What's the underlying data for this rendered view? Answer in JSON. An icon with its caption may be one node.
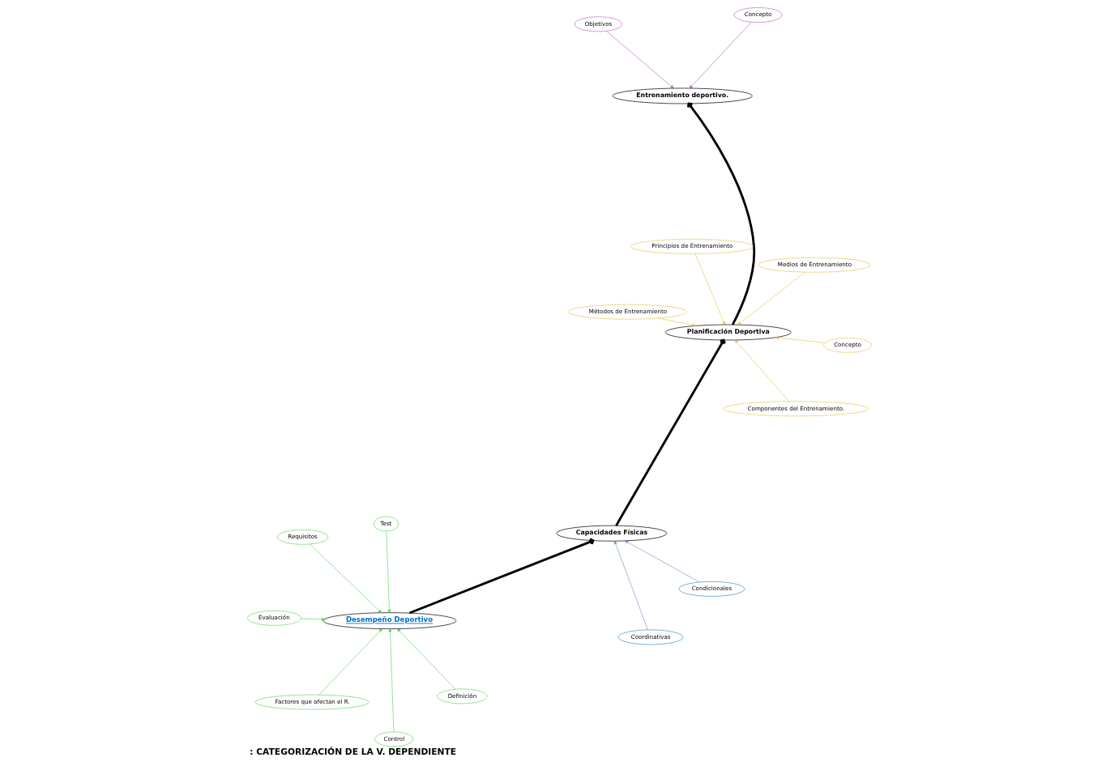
{
  "diagram": {
    "caption": ": CATEGORIZACIÓN DE LA V. DEPENDIENTE",
    "nodes": [
      {
        "text": [
          "Desempeño Deportivo"
        ]
      },
      {
        "text": [
          "Definición"
        ]
      },
      {
        "text": [
          "Control"
        ]
      },
      {
        "text": [
          "Requisitos"
        ]
      },
      {
        "text": [
          "Test"
        ]
      },
      {
        "text": [
          "Evaluación"
        ]
      },
      {
        "text": [
          "Factores que afectan el R."
        ]
      },
      {
        "text": [
          "Capacidades Físicas"
        ]
      },
      {
        "text": [
          "Coordinativas"
        ]
      },
      {
        "text": [
          "Condicionales"
        ]
      },
      {
        "text": [
          "Planificación Deportiva"
        ]
      },
      {
        "text": [
          "Métodos de Entrenamiento"
        ]
      },
      {
        "text": [
          "Concepto"
        ]
      },
      {
        "text": [
          "Medios de Entrenamiento"
        ]
      },
      {
        "text": [
          "Principios de Entrenamiento"
        ]
      },
      {
        "text": [
          "Componentes del Entrenamiento."
        ]
      },
      {
        "text": [
          "Entrenamiento deportivo."
        ]
      },
      {
        "text": [
          "Concepto"
        ]
      },
      {
        "text": [
          "Objetivos"
        ]
      }
    ],
    "edges": [
      {
        "from": 1,
        "to": 0,
        "arrow": "to",
        "color": "#33cc33"
      },
      {
        "from": 2,
        "to": 0,
        "arrow": "to",
        "color": "#33cc33"
      },
      {
        "from": 3,
        "to": 0,
        "arrow": "to",
        "color": "#33cc33"
      },
      {
        "from": 4,
        "to": 0,
        "arrow": "to",
        "color": "#33cc33"
      },
      {
        "from": 5,
        "to": 0,
        "arrow": "to",
        "color": "#33cc33"
      },
      {
        "from": 6,
        "to": 0,
        "arrow": "to",
        "color": "#33cc33"
      },
      {
        "from": 0,
        "to": 7,
        "arrow": "to",
        "style": "thick",
        "color": "#000000"
      },
      {
        "from": 8,
        "to": 7,
        "arrow": "to",
        "color": "#4f81bd"
      },
      {
        "from": 9,
        "to": 7,
        "arrow": "to",
        "color": "#4f81bd"
      },
      {
        "from": 7,
        "to": 10,
        "arrow": "to",
        "style": "thick",
        "color": "#000000"
      },
      {
        "from": 11,
        "to": 10,
        "arrow": "to",
        "color": "#e6b12e"
      },
      {
        "from": 12,
        "to": 10,
        "arrow": "to",
        "color": "#e6b12e"
      },
      {
        "from": 13,
        "to": 10,
        "arrow": "to",
        "color": "#e6b12e"
      },
      {
        "from": 14,
        "to": 10,
        "arrow": "to",
        "color": "#e6b12e"
      },
      {
        "from": 15,
        "to": 10,
        "arrow": "to",
        "color": "#e6b12e"
      },
      {
        "from": 10,
        "to": 16,
        "arrow": "to",
        "style": "thick",
        "color": "#000000"
      },
      {
        "from": 17,
        "to": 16,
        "arrow": "to",
        "color": "#b040b0"
      },
      {
        "from": 18,
        "to": 16,
        "arrow": "to",
        "color": "#b040b0"
      }
    ]
  }
}
